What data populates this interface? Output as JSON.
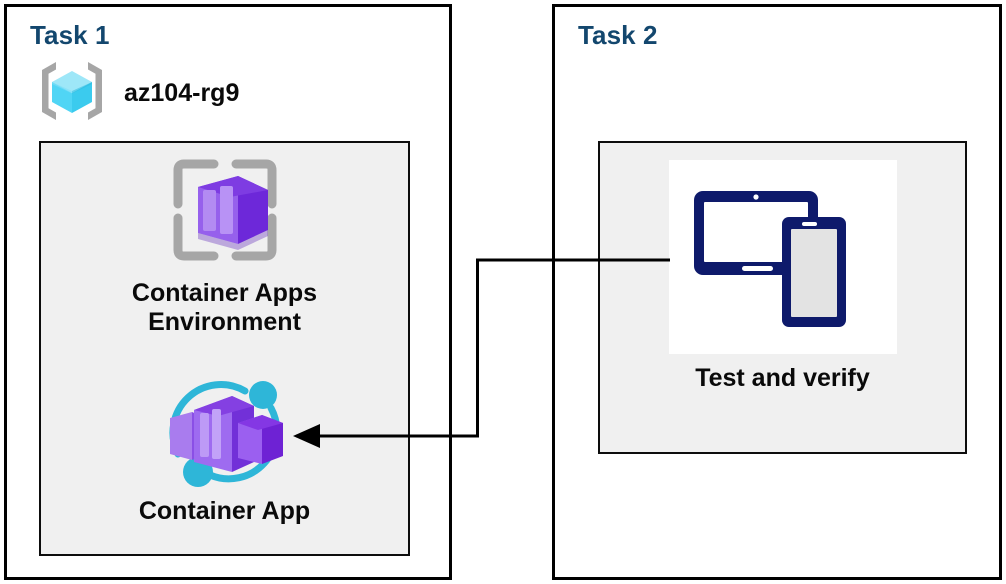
{
  "diagram": {
    "background": "#ffffff",
    "accent_title_color": "#13476E",
    "panel_border_color": "#000000",
    "inner_box_fill": "#F0F0F0",
    "label_color": "#0A0A0A"
  },
  "task1": {
    "title": "Task 1",
    "resource_group": {
      "name": "az104-rg9",
      "icon": "azure-resource-group-icon"
    },
    "items": [
      {
        "label": "Container Apps\nEnvironment",
        "icon": "container-apps-environment-icon",
        "icon_colors": {
          "frame": "#A6A6A6",
          "box_light": "#A47BE8",
          "box_mid": "#8A3FE8",
          "box_dark": "#5B21B6"
        }
      },
      {
        "label": "Container App",
        "icon": "container-app-icon",
        "icon_colors": {
          "ring": "#2EB6D8",
          "box_light": "#A47BE8",
          "box_mid": "#8A3FE8",
          "box_dark": "#6D28D9"
        }
      }
    ]
  },
  "task2": {
    "title": "Task 2",
    "items": [
      {
        "label": "Test and verify",
        "icon": "test-and-verify-devices-icon",
        "icon_colors": {
          "device": "#0E1A6B",
          "screen": "#E3E3E3",
          "plate": "#FFFFFF"
        }
      }
    ]
  },
  "connector": {
    "name": "test-and-verify-to-container-app-arrow",
    "color": "#000000",
    "direction": "from Test and verify to Container App",
    "stroke_width": 3
  }
}
